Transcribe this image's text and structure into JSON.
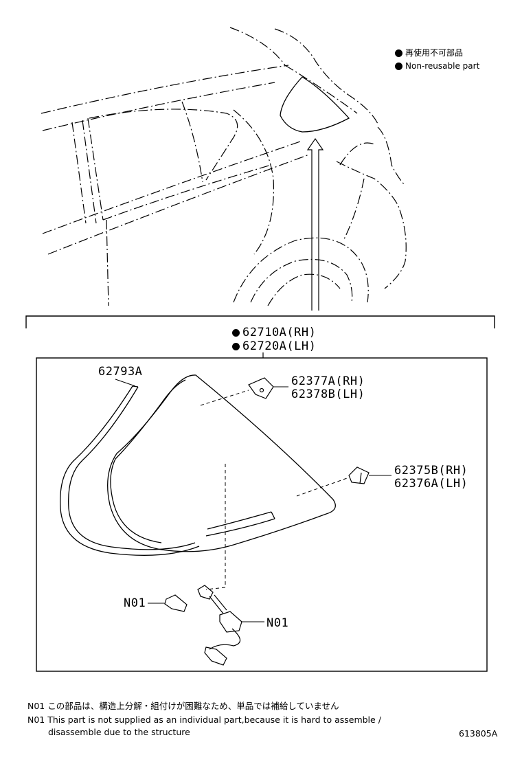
{
  "legend": {
    "items": [
      {
        "label": "再使用不可部品"
      },
      {
        "label": "Non-reusable part"
      }
    ]
  },
  "assembly": {
    "line1": "62710A(RH)",
    "line2": "62720A(LH)"
  },
  "parts": {
    "molding": "62793A",
    "upper_clip_rh": "62377A(RH)",
    "upper_clip_lh": "62378B(LH)",
    "side_clip_rh": "62375B(RH)",
    "side_clip_lh": "62376A(LH)",
    "n01_left": "N01",
    "n01_right": "N01"
  },
  "notes": {
    "jp_code": "N01",
    "jp_text": "この部品は、構造上分解・組付けが困難なため、単品では補給していません",
    "en_code": "N01",
    "en_text_1": "This part is not supplied as an individual part,because it is hard to assemble /",
    "en_text_2": "disassemble due to the structure"
  },
  "illustration_id": "613805A"
}
